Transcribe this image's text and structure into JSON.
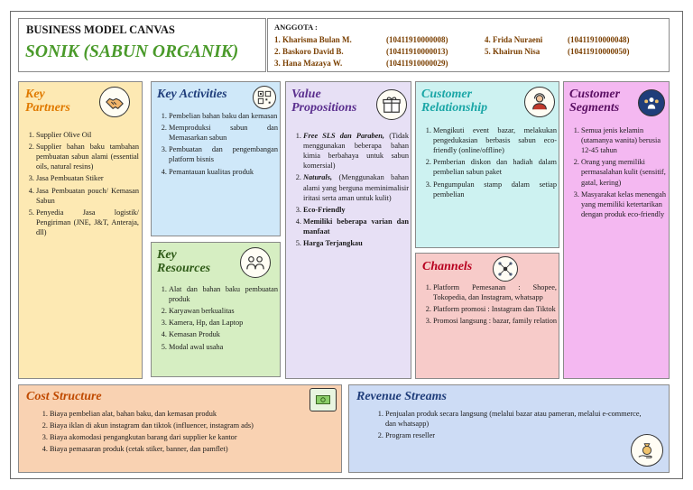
{
  "title": {
    "line1": "BUSINESS MODEL CANVAS",
    "line2": "SONIK (SABUN ORGANIK)"
  },
  "team": {
    "label": "ANGGOTA :",
    "members": [
      {
        "name": "1. Kharisma Bulan M.",
        "id": "(10411910000008)"
      },
      {
        "name": "2. Baskoro David B.",
        "id": "(10411910000013)"
      },
      {
        "name": "3. Hana Mazaya W.",
        "id": "(10411910000029)"
      },
      {
        "name": "4. Frida Nuraeni",
        "id": "(10411910000048)"
      },
      {
        "name": "5. Khairun Nisa",
        "id": "(10411910000050)"
      }
    ]
  },
  "key_partners": {
    "title1": "Key",
    "title2": "Partners",
    "icon": "handshake-icon",
    "items": [
      "Supplier Olive Oil",
      "Supplier bahan baku tambahan pembuatan sabun alami (essential oils, natural resins)",
      "Jasa Pembuatan Stiker",
      "Jasa Pembuatan pouch/ Kemasan Sabun",
      "Penyedia Jasa logistik/ Pengiriman (JNE, J&T, Anteraja, dll)"
    ]
  },
  "key_activities": {
    "title": "Key Activities",
    "icon": "qr-code-icon",
    "items": [
      "Pembelian bahan baku dan kemasan",
      "Memproduksi sabun dan Memasarkan sabun",
      "Pembuatan dan pengembangan platform bisnis",
      "Pemantauan kualitas produk"
    ]
  },
  "key_resources": {
    "title1": "Key",
    "title2": "Resources",
    "icon": "people-gear-icon",
    "items": [
      "Alat dan bahan baku pembuatan produk",
      "Karyawan berkualitas",
      "Kamera, Hp, dan Laptop",
      "Kemasan Produk",
      "Modal awal usaha"
    ]
  },
  "value_propositions": {
    "title1": "Value",
    "title2": "Propositions",
    "icon": "gift-box-icon",
    "items": [
      {
        "head": "Free SLS dan Paraben,",
        "body": "(Tidak menggunakan beberapa bahan kimia berbahaya untuk sabun komersial)"
      },
      {
        "head": "Naturals,",
        "body": "(Menggunakan bahan alami yang berguna meminimalisir iritasi serta aman untuk kulit)"
      },
      {
        "head": "Eco-Friendly",
        "body": ""
      },
      {
        "head": "Memiliki beberapa varian dan manfaat",
        "body": ""
      },
      {
        "head": "Harga Terjangkau",
        "body": ""
      }
    ]
  },
  "customer_relationship": {
    "title1": "Customer",
    "title2": "Relationship",
    "icon": "support-agent-icon",
    "items": [
      "Mengikuti event bazar, melakukan pengedukasian berbasis sabun eco-friendly (online/offline)",
      "Pemberian diskon dan hadiah dalam pembelian sabun paket",
      "Pengumpulan stamp dalam setiap pembelian"
    ]
  },
  "channels": {
    "title": "Channels",
    "icon": "network-icon",
    "items": [
      "Platform Pemesanan : Shopee, Tokopedia, dan Instagram, whatsapp",
      "Platform promosi : Instagram dan Tiktok",
      "Promosi langsung : bazar, family relation"
    ]
  },
  "customer_segments": {
    "title1": "Customer",
    "title2": "Segments",
    "icon": "group-icon",
    "items": [
      "Semua jenis kelamin (utamanya wanita) berusia 12-45 tahun",
      "Orang yang memiliki permasalahan kulit (sensitif, gatal, kering)",
      "Masyarakat kelas menengah yang memiliki ketertarikan dengan produk eco-friendly"
    ]
  },
  "cost_structure": {
    "title": "Cost Structure",
    "icon": "money-icon",
    "items": [
      "Biaya pembelian alat, bahan baku, dan kemasan produk",
      "Biaya iklan di akun instagram dan tiktok (influencer, instagram ads)",
      "Biaya akomodasi pengangkutan barang dari supplier ke kantor",
      "Biaya pemasaran produk (cetak stiker, banner, dan pamflet)"
    ]
  },
  "revenue_streams": {
    "title": "Revenue Streams",
    "icon": "money-bag-hand-icon",
    "items": [
      "Penjualan produk secara langsung (melalui bazar atau pameran, melalui e-commerce, dan whatsapp)",
      "Program reseller"
    ]
  }
}
